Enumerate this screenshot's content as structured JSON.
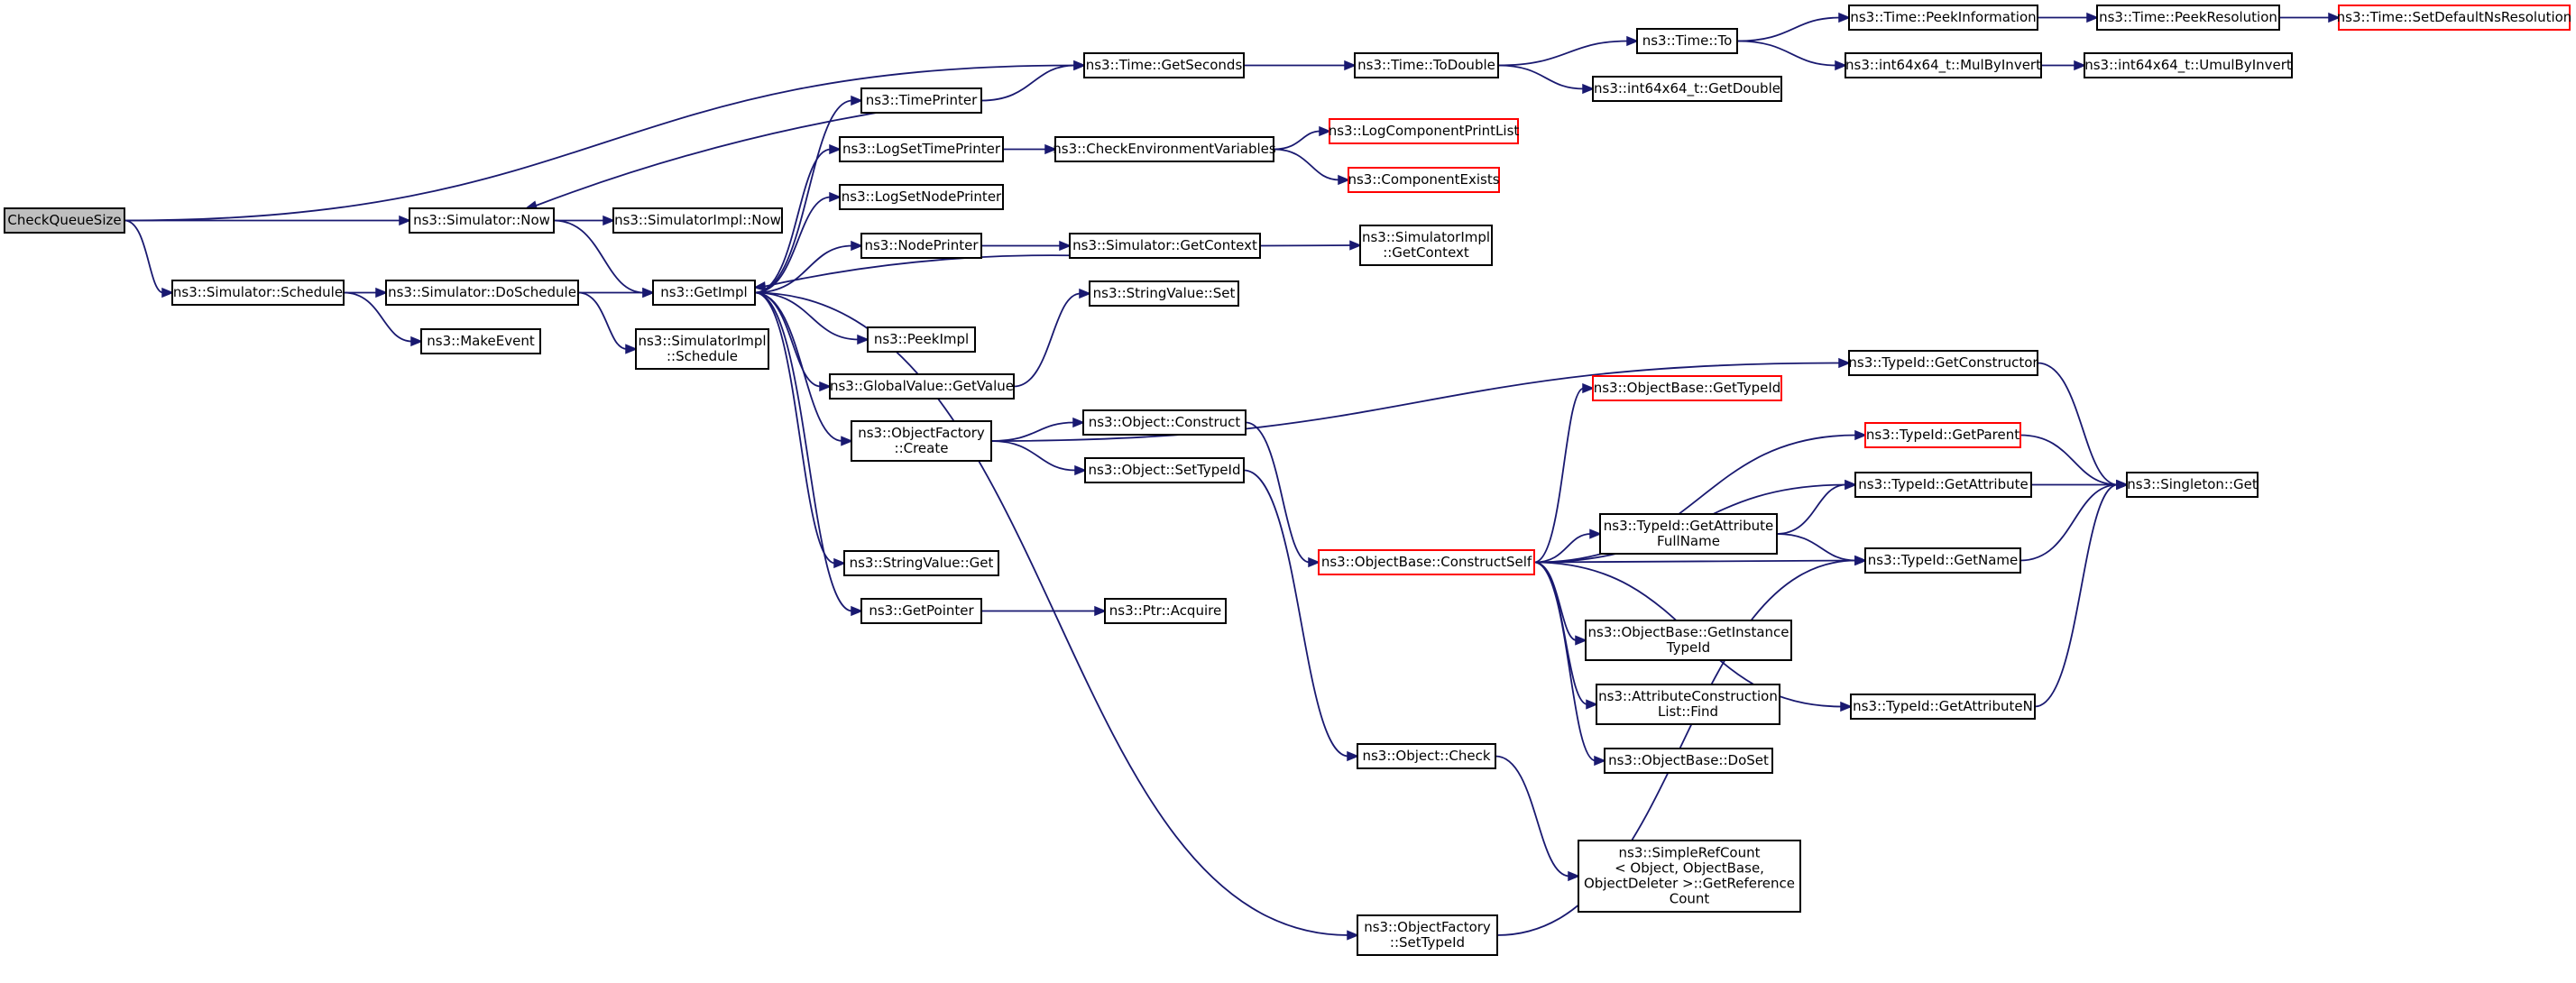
{
  "edge_color": "#191970",
  "red_border_color": "#ff0000",
  "root_fill_color": "#bfbfbf",
  "nodes": [
    {
      "id": "checkqueuesize",
      "lines": [
        "CheckQueueSize"
      ],
      "style": "root"
    },
    {
      "id": "sim-now",
      "lines": [
        "ns3::Simulator::Now"
      ],
      "style": "normal"
    },
    {
      "id": "sim-schedule",
      "lines": [
        "ns3::Simulator::Schedule"
      ],
      "style": "normal"
    },
    {
      "id": "time-getseconds",
      "lines": [
        "ns3::Time::GetSeconds"
      ],
      "style": "normal"
    },
    {
      "id": "simimpl-now",
      "lines": [
        "ns3::SimulatorImpl::Now"
      ],
      "style": "normal"
    },
    {
      "id": "getimpl",
      "lines": [
        "ns3::GetImpl"
      ],
      "style": "normal"
    },
    {
      "id": "sim-doschedule",
      "lines": [
        "ns3::Simulator::DoSchedule"
      ],
      "style": "normal"
    },
    {
      "id": "makeevent",
      "lines": [
        "ns3::MakeEvent"
      ],
      "style": "normal"
    },
    {
      "id": "simimpl-schedule",
      "lines": [
        "ns3::SimulatorImpl",
        "::Schedule"
      ],
      "style": "normal"
    },
    {
      "id": "timeprinter",
      "lines": [
        "ns3::TimePrinter"
      ],
      "style": "normal"
    },
    {
      "id": "logsettimeprinter",
      "lines": [
        "ns3::LogSetTimePrinter"
      ],
      "style": "normal"
    },
    {
      "id": "logsetnodeprinter",
      "lines": [
        "ns3::LogSetNodePrinter"
      ],
      "style": "normal"
    },
    {
      "id": "nodeprinter",
      "lines": [
        "ns3::NodePrinter"
      ],
      "style": "normal"
    },
    {
      "id": "peekimpl",
      "lines": [
        "ns3::PeekImpl"
      ],
      "style": "normal"
    },
    {
      "id": "globalvalue-getvalue",
      "lines": [
        "ns3::GlobalValue::GetValue"
      ],
      "style": "normal"
    },
    {
      "id": "objectfactory-create",
      "lines": [
        "ns3::ObjectFactory",
        "::Create"
      ],
      "style": "normal"
    },
    {
      "id": "stringvalue-get",
      "lines": [
        "ns3::StringValue::Get"
      ],
      "style": "normal"
    },
    {
      "id": "getpointer",
      "lines": [
        "ns3::GetPointer"
      ],
      "style": "normal"
    },
    {
      "id": "objectfactory-settypeid",
      "lines": [
        "ns3::ObjectFactory",
        "::SetTypeId"
      ],
      "style": "normal"
    },
    {
      "id": "time-todouble",
      "lines": [
        "ns3::Time::ToDouble"
      ],
      "style": "normal"
    },
    {
      "id": "checkenv",
      "lines": [
        "ns3::CheckEnvironmentVariables"
      ],
      "style": "normal"
    },
    {
      "id": "sim-getcontext",
      "lines": [
        "ns3::Simulator::GetContext"
      ],
      "style": "normal"
    },
    {
      "id": "stringvalue-set",
      "lines": [
        "ns3::StringValue::Set"
      ],
      "style": "normal"
    },
    {
      "id": "object-construct",
      "lines": [
        "ns3::Object::Construct"
      ],
      "style": "normal"
    },
    {
      "id": "object-settypeid",
      "lines": [
        "ns3::Object::SetTypeId"
      ],
      "style": "normal"
    },
    {
      "id": "ptr-acquire",
      "lines": [
        "ns3::Ptr::Acquire"
      ],
      "style": "normal"
    },
    {
      "id": "logcomponentprintlist",
      "lines": [
        "ns3::LogComponentPrintList"
      ],
      "style": "red"
    },
    {
      "id": "componentexists",
      "lines": [
        "ns3::ComponentExists"
      ],
      "style": "red"
    },
    {
      "id": "simimpl-getcontext",
      "lines": [
        "ns3::SimulatorImpl",
        "::GetContext"
      ],
      "style": "normal"
    },
    {
      "id": "objectbase-constructself",
      "lines": [
        "ns3::ObjectBase::ConstructSelf"
      ],
      "style": "red"
    },
    {
      "id": "object-check",
      "lines": [
        "ns3::Object::Check"
      ],
      "style": "normal"
    },
    {
      "id": "time-to",
      "lines": [
        "ns3::Time::To"
      ],
      "style": "normal"
    },
    {
      "id": "int64-getdouble",
      "lines": [
        "ns3::int64x64_t::GetDouble"
      ],
      "style": "normal"
    },
    {
      "id": "objectbase-gettypeid",
      "lines": [
        "ns3::ObjectBase::GetTypeId"
      ],
      "style": "red"
    },
    {
      "id": "typeid-getattributefullname",
      "lines": [
        "ns3::TypeId::GetAttribute",
        "FullName"
      ],
      "style": "normal"
    },
    {
      "id": "objectbase-getinstancetypeid",
      "lines": [
        "ns3::ObjectBase::GetInstance",
        "TypeId"
      ],
      "style": "normal"
    },
    {
      "id": "attributeconstructionlist-find",
      "lines": [
        "ns3::AttributeConstruction",
        "List::Find"
      ],
      "style": "normal"
    },
    {
      "id": "objectbase-doset",
      "lines": [
        "ns3::ObjectBase::DoSet"
      ],
      "style": "normal"
    },
    {
      "id": "simplerefcount",
      "lines": [
        "ns3::SimpleRefCount",
        "< Object, ObjectBase,",
        " ObjectDeleter >::GetReference",
        "Count"
      ],
      "style": "normal"
    },
    {
      "id": "time-peekinformation",
      "lines": [
        "ns3::Time::PeekInformation"
      ],
      "style": "normal"
    },
    {
      "id": "int64-mulbyinvert",
      "lines": [
        "ns3::int64x64_t::MulByInvert"
      ],
      "style": "normal"
    },
    {
      "id": "typeid-getconstructor",
      "lines": [
        "ns3::TypeId::GetConstructor"
      ],
      "style": "normal"
    },
    {
      "id": "typeid-getparent",
      "lines": [
        "ns3::TypeId::GetParent"
      ],
      "style": "red"
    },
    {
      "id": "typeid-getattribute",
      "lines": [
        "ns3::TypeId::GetAttribute"
      ],
      "style": "normal"
    },
    {
      "id": "typeid-getname",
      "lines": [
        "ns3::TypeId::GetName"
      ],
      "style": "normal"
    },
    {
      "id": "typeid-getattributen",
      "lines": [
        "ns3::TypeId::GetAttributeN"
      ],
      "style": "normal"
    },
    {
      "id": "time-peekresolution",
      "lines": [
        "ns3::Time::PeekResolution"
      ],
      "style": "normal"
    },
    {
      "id": "int64-umulbyinvert",
      "lines": [
        "ns3::int64x64_t::UmulByInvert"
      ],
      "style": "normal"
    },
    {
      "id": "singleton-get",
      "lines": [
        "ns3::Singleton::Get"
      ],
      "style": "normal"
    },
    {
      "id": "time-setdefaultnsresolution",
      "lines": [
        "ns3::Time::SetDefaultNsResolution"
      ],
      "style": "red"
    }
  ],
  "edges": [
    {
      "from": "checkqueuesize",
      "to": "time-getseconds"
    },
    {
      "from": "checkqueuesize",
      "to": "sim-now"
    },
    {
      "from": "checkqueuesize",
      "to": "sim-schedule"
    },
    {
      "from": "sim-now",
      "to": "simimpl-now"
    },
    {
      "from": "sim-now",
      "to": "getimpl"
    },
    {
      "from": "sim-schedule",
      "to": "sim-doschedule"
    },
    {
      "from": "sim-schedule",
      "to": "makeevent"
    },
    {
      "from": "sim-doschedule",
      "to": "getimpl"
    },
    {
      "from": "sim-doschedule",
      "to": "simimpl-schedule"
    },
    {
      "from": "time-getseconds",
      "to": "time-todouble"
    },
    {
      "from": "time-todouble",
      "to": "time-to"
    },
    {
      "from": "time-todouble",
      "to": "int64-getdouble"
    },
    {
      "from": "time-to",
      "to": "time-peekinformation"
    },
    {
      "from": "time-to",
      "to": "int64-mulbyinvert"
    },
    {
      "from": "time-peekinformation",
      "to": "time-peekresolution"
    },
    {
      "from": "time-peekresolution",
      "to": "time-setdefaultnsresolution"
    },
    {
      "from": "int64-mulbyinvert",
      "to": "int64-umulbyinvert"
    },
    {
      "from": "getimpl",
      "to": "timeprinter"
    },
    {
      "from": "timeprinter",
      "to": "time-getseconds"
    },
    {
      "from": "timeprinter",
      "to": "sim-now"
    },
    {
      "from": "getimpl",
      "to": "logsettimeprinter"
    },
    {
      "from": "logsettimeprinter",
      "to": "checkenv"
    },
    {
      "from": "checkenv",
      "to": "logcomponentprintlist"
    },
    {
      "from": "checkenv",
      "to": "componentexists"
    },
    {
      "from": "getimpl",
      "to": "logsetnodeprinter"
    },
    {
      "from": "getimpl",
      "to": "nodeprinter"
    },
    {
      "from": "nodeprinter",
      "to": "sim-getcontext"
    },
    {
      "from": "sim-getcontext",
      "to": "simimpl-getcontext"
    },
    {
      "from": "sim-getcontext",
      "to": "getimpl"
    },
    {
      "from": "getimpl",
      "to": "peekimpl"
    },
    {
      "from": "getimpl",
      "to": "globalvalue-getvalue"
    },
    {
      "from": "globalvalue-getvalue",
      "to": "stringvalue-set"
    },
    {
      "from": "getimpl",
      "to": "objectfactory-create"
    },
    {
      "from": "objectfactory-create",
      "to": "typeid-getconstructor"
    },
    {
      "from": "objectfactory-create",
      "to": "object-construct"
    },
    {
      "from": "objectfactory-create",
      "to": "object-settypeid"
    },
    {
      "from": "getimpl",
      "to": "stringvalue-get"
    },
    {
      "from": "getimpl",
      "to": "getpointer"
    },
    {
      "from": "getpointer",
      "to": "ptr-acquire"
    },
    {
      "from": "getimpl",
      "to": "objectfactory-settypeid"
    },
    {
      "from": "objectfactory-settypeid",
      "to": "typeid-getname"
    },
    {
      "from": "object-construct",
      "to": "objectbase-constructself"
    },
    {
      "from": "object-settypeid",
      "to": "object-check"
    },
    {
      "from": "object-check",
      "to": "simplerefcount"
    },
    {
      "from": "objectbase-constructself",
      "to": "objectbase-gettypeid"
    },
    {
      "from": "objectbase-constructself",
      "to": "typeid-getparent"
    },
    {
      "from": "objectbase-constructself",
      "to": "typeid-getattribute"
    },
    {
      "from": "objectbase-constructself",
      "to": "typeid-getattributefullname"
    },
    {
      "from": "objectbase-constructself",
      "to": "typeid-getname"
    },
    {
      "from": "objectbase-constructself",
      "to": "objectbase-getinstancetypeid"
    },
    {
      "from": "objectbase-constructself",
      "to": "attributeconstructionlist-find"
    },
    {
      "from": "objectbase-constructself",
      "to": "objectbase-doset"
    },
    {
      "from": "objectbase-constructself",
      "to": "typeid-getattributen"
    },
    {
      "from": "typeid-getattributefullname",
      "to": "typeid-getattribute"
    },
    {
      "from": "typeid-getattributefullname",
      "to": "typeid-getname"
    },
    {
      "from": "typeid-getconstructor",
      "to": "singleton-get"
    },
    {
      "from": "typeid-getparent",
      "to": "singleton-get"
    },
    {
      "from": "typeid-getattribute",
      "to": "singleton-get"
    },
    {
      "from": "typeid-getname",
      "to": "singleton-get"
    },
    {
      "from": "typeid-getattributen",
      "to": "singleton-get"
    }
  ]
}
